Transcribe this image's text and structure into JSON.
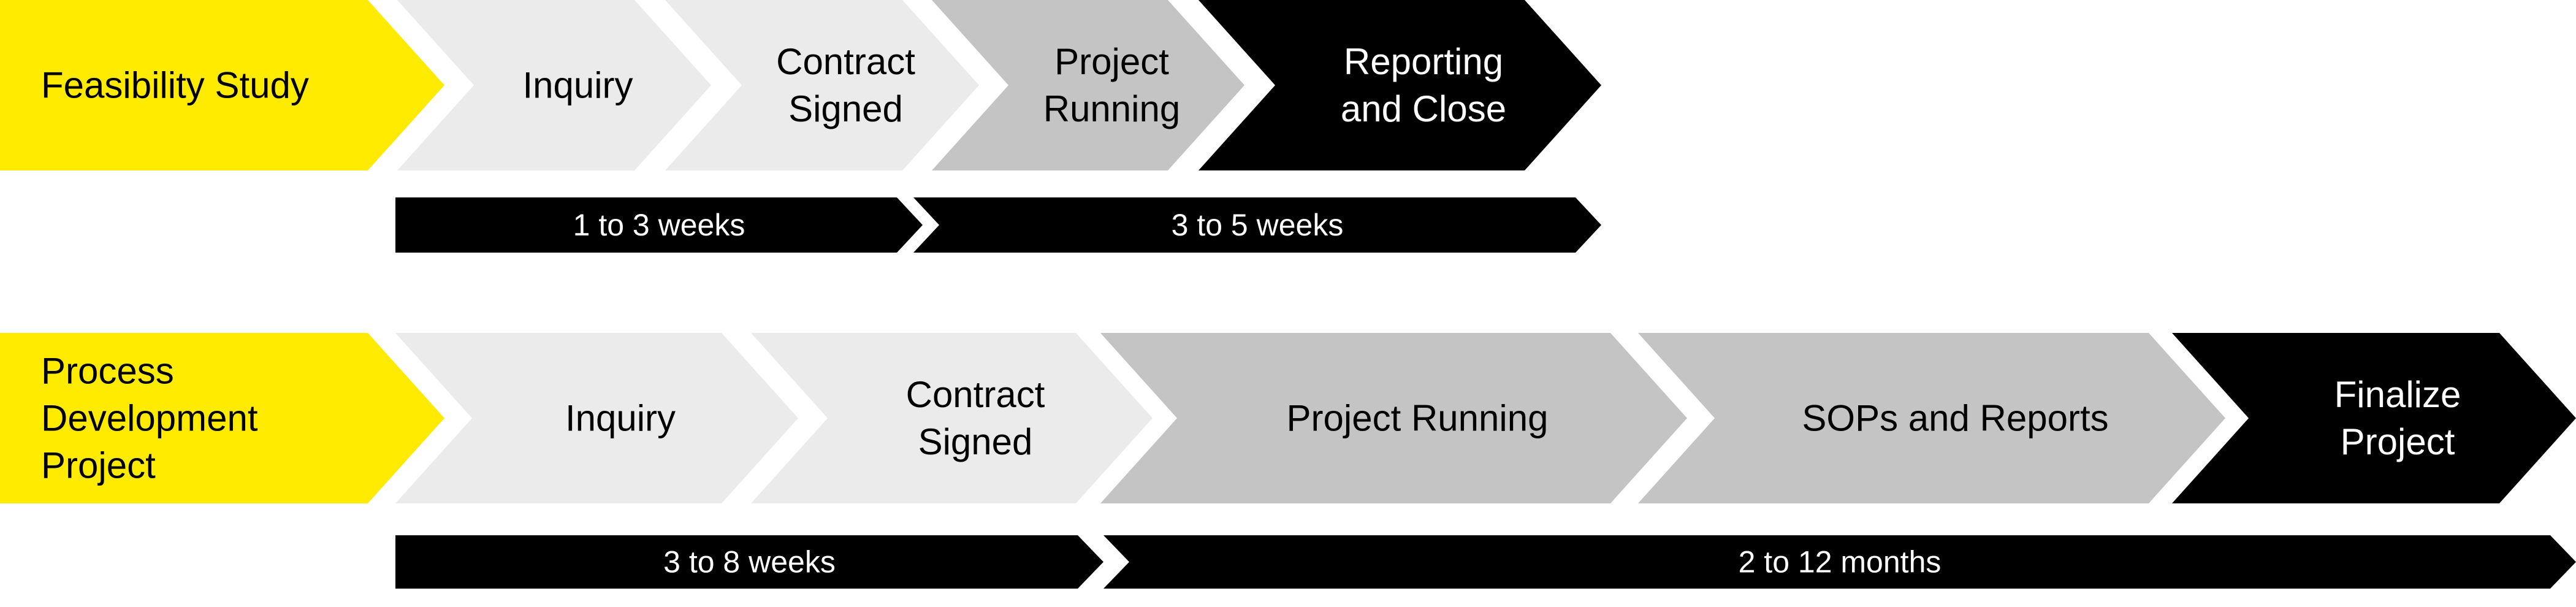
{
  "colors": {
    "yellow": "#FFEB00",
    "light_gray": "#EBEBEB",
    "mid_gray": "#C4C4C4",
    "black": "#000000",
    "white": "#FFFFFF"
  },
  "rows": [
    {
      "title_lines": [
        "Feasibility Study"
      ],
      "steps": [
        {
          "lines": [
            "Inquiry"
          ],
          "color": "light_gray"
        },
        {
          "lines": [
            "Contract",
            "Signed"
          ],
          "color": "light_gray"
        },
        {
          "lines": [
            "Project",
            "Running"
          ],
          "color": "mid_gray"
        },
        {
          "lines": [
            "Reporting",
            "and Close"
          ],
          "color": "black"
        }
      ],
      "durations": [
        {
          "label": "1 to 3 weeks"
        },
        {
          "label": "3 to 5 weeks"
        }
      ]
    },
    {
      "title_lines": [
        "Process",
        "Development",
        "Project"
      ],
      "steps": [
        {
          "lines": [
            "Inquiry"
          ],
          "color": "light_gray"
        },
        {
          "lines": [
            "Contract",
            "Signed"
          ],
          "color": "light_gray"
        },
        {
          "lines": [
            "Project Running"
          ],
          "color": "mid_gray"
        },
        {
          "lines": [
            "SOPs and Reports"
          ],
          "color": "mid_gray"
        },
        {
          "lines": [
            "Finalize",
            "Project"
          ],
          "color": "black"
        }
      ],
      "durations": [
        {
          "label": "3 to 8 weeks"
        },
        {
          "label": "2 to 12 months"
        }
      ]
    }
  ]
}
